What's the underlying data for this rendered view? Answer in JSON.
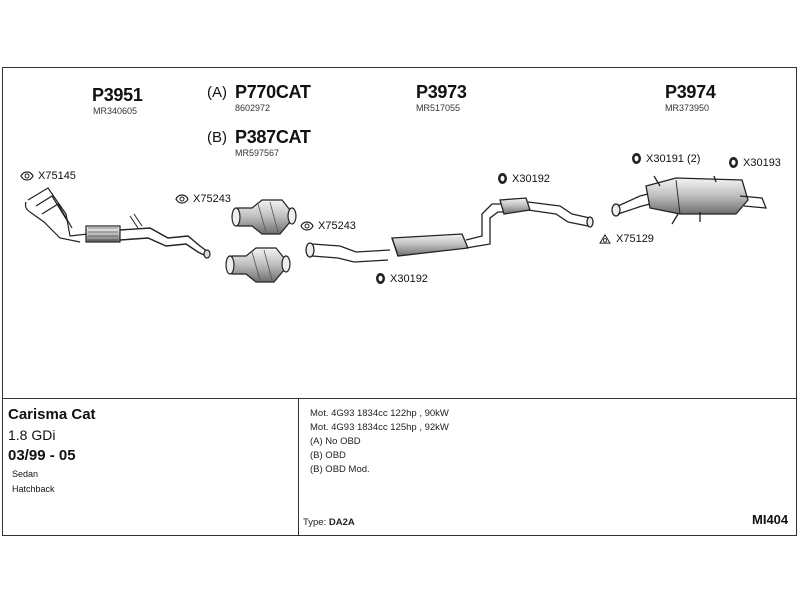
{
  "parts": {
    "p1": {
      "number": "P3951",
      "ref": "MR340605"
    },
    "p2a": {
      "prefix": "(A)",
      "number": "P770CAT",
      "ref": "8602972"
    },
    "p2b": {
      "prefix": "(B)",
      "number": "P387CAT",
      "ref": "MR597567"
    },
    "p3": {
      "number": "P3973",
      "ref": "MR517055"
    },
    "p4": {
      "number": "P3974",
      "ref": "MR373950"
    }
  },
  "labels": {
    "x75145": "X75145",
    "x75243a": "X75243",
    "x75243b": "X75243",
    "x30192a": "X30192",
    "x30192b": "X30192",
    "x30191": "X30191 (2)",
    "x30193": "X30193",
    "x75129": "X75129"
  },
  "vehicle": {
    "model": "Carisma Cat",
    "engine": "1.8 GDi",
    "years": "03/99 - 05",
    "body1": "Sedan",
    "body2": "Hatchback"
  },
  "notes": [
    "Mot. 4G93 1834cc 122hp , 90kW",
    "Mot. 4G93 1834cc 125hp , 92kW",
    "(A) No OBD",
    "(B) OBD",
    "(B) OBD Mod."
  ],
  "type_label": "Type:",
  "type_value": "DA2A",
  "code": "MI404"
}
